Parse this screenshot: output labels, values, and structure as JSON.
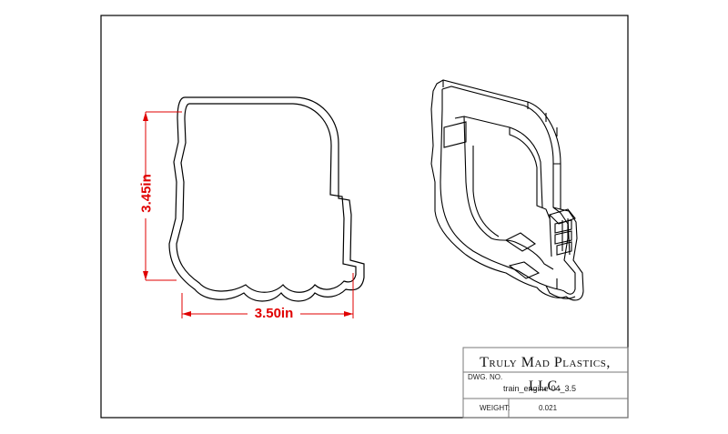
{
  "dimensions": {
    "height_label": "3.45in",
    "width_label": "3.50in"
  },
  "title_block": {
    "company": "Truly Mad Plastics, LLC.",
    "dwg_no_label": "DWG. NO.",
    "dwg_no_value": "train_engine-04_3.5",
    "weight_label": "WEIGHT:",
    "weight_value": "0.021"
  },
  "colors": {
    "line": "#000000",
    "dimension": "#e00000",
    "title_block_line": "#7a7a7a"
  }
}
